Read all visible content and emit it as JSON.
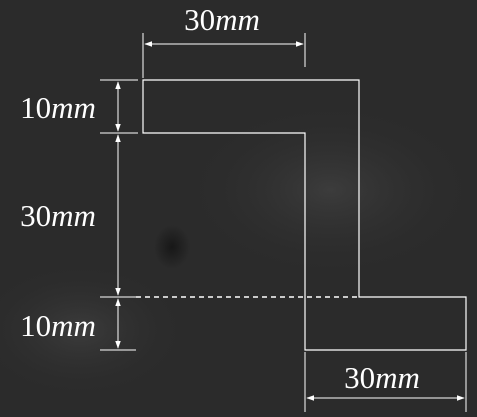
{
  "labels": {
    "top_width": {
      "value": "30",
      "unit": "mm"
    },
    "upper_height": {
      "value": "10",
      "unit": "mm"
    },
    "middle_height": {
      "value": "30",
      "unit": "mm"
    },
    "lower_height": {
      "value": "10",
      "unit": "mm"
    },
    "bottom_width": {
      "value": "30",
      "unit": "mm"
    }
  },
  "colors": {
    "chalkboard": "#2b2b2b",
    "chalk_line": "#ffffff"
  }
}
